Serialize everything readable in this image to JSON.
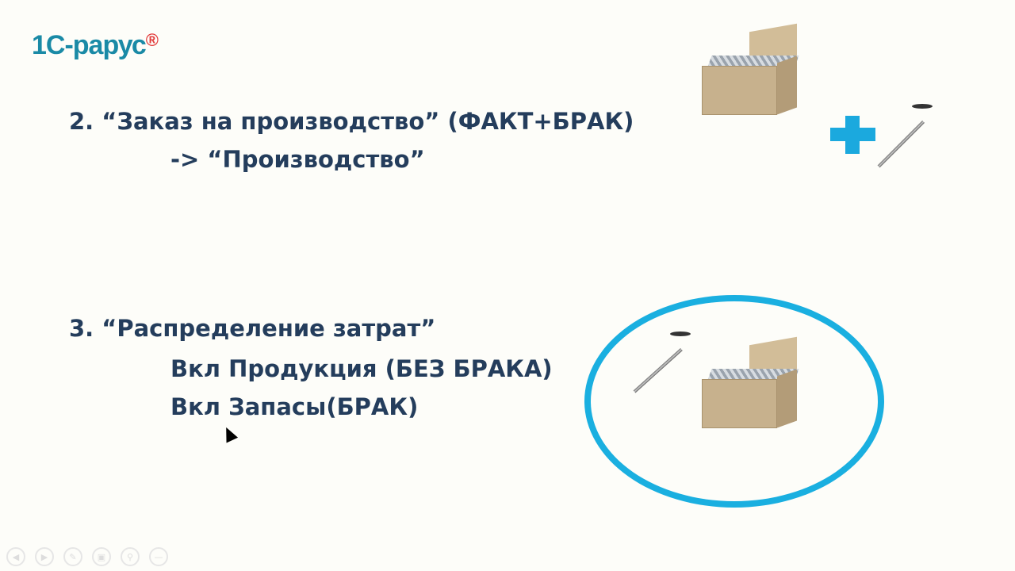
{
  "logo": {
    "text": "1С-рарус",
    "mark": "®"
  },
  "slide": {
    "item2_line1": "2. “Заказ на производство” (ФАКТ+БРАК)",
    "item2_line2": "-> “Производство”",
    "item3_line1": "3. “Распределение затрат”",
    "item3_line2": "Вкл Продукция (БЕЗ БРАКА)",
    "item3_line3": "Вкл Запасы(БРАК)"
  },
  "colors": {
    "text": "#243d5c",
    "accent": "#1aafe0",
    "logo": "#1a8aa6"
  },
  "nav_icons": [
    "prev-icon",
    "next-icon",
    "pen-icon",
    "slides-icon",
    "zoom-icon",
    "more-icon"
  ]
}
